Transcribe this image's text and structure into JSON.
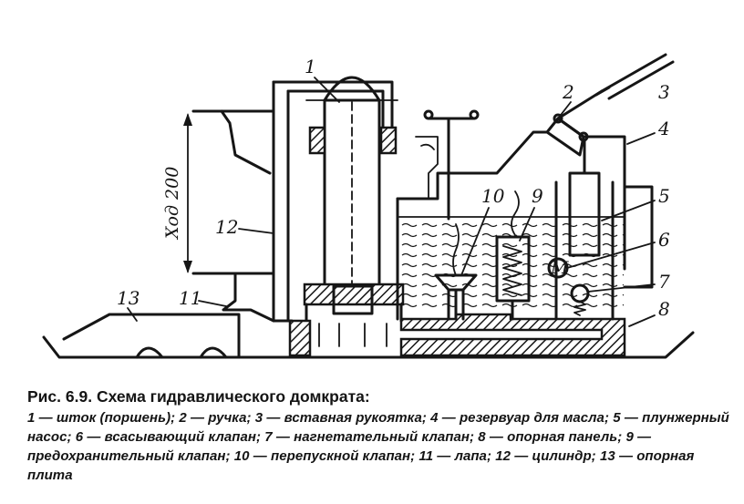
{
  "figure": {
    "stroke_label": "Ход 200",
    "callouts": [
      "1",
      "2",
      "3",
      "4",
      "5",
      "6",
      "7",
      "8",
      "9",
      "10",
      "11",
      "12",
      "13"
    ]
  },
  "caption": {
    "title": "Рис. 6.9. Схема гидравлического домкрата:",
    "text": "1 — шток (поршень); 2 — ручка; 3 — вставная рукоятка; 4 — резервуар для масла; 5 — плунжерный насос; 6 — всасывающий клапан; 7 — нагнетательный клапан; 8 — опорная панель; 9 — предохранительный клапан; 10 — перепускной клапан; 11 — лапа; 12 — цилиндр; 13 — опорная плита"
  },
  "colors": {
    "ink": "#161616",
    "paper": "#ffffff"
  }
}
